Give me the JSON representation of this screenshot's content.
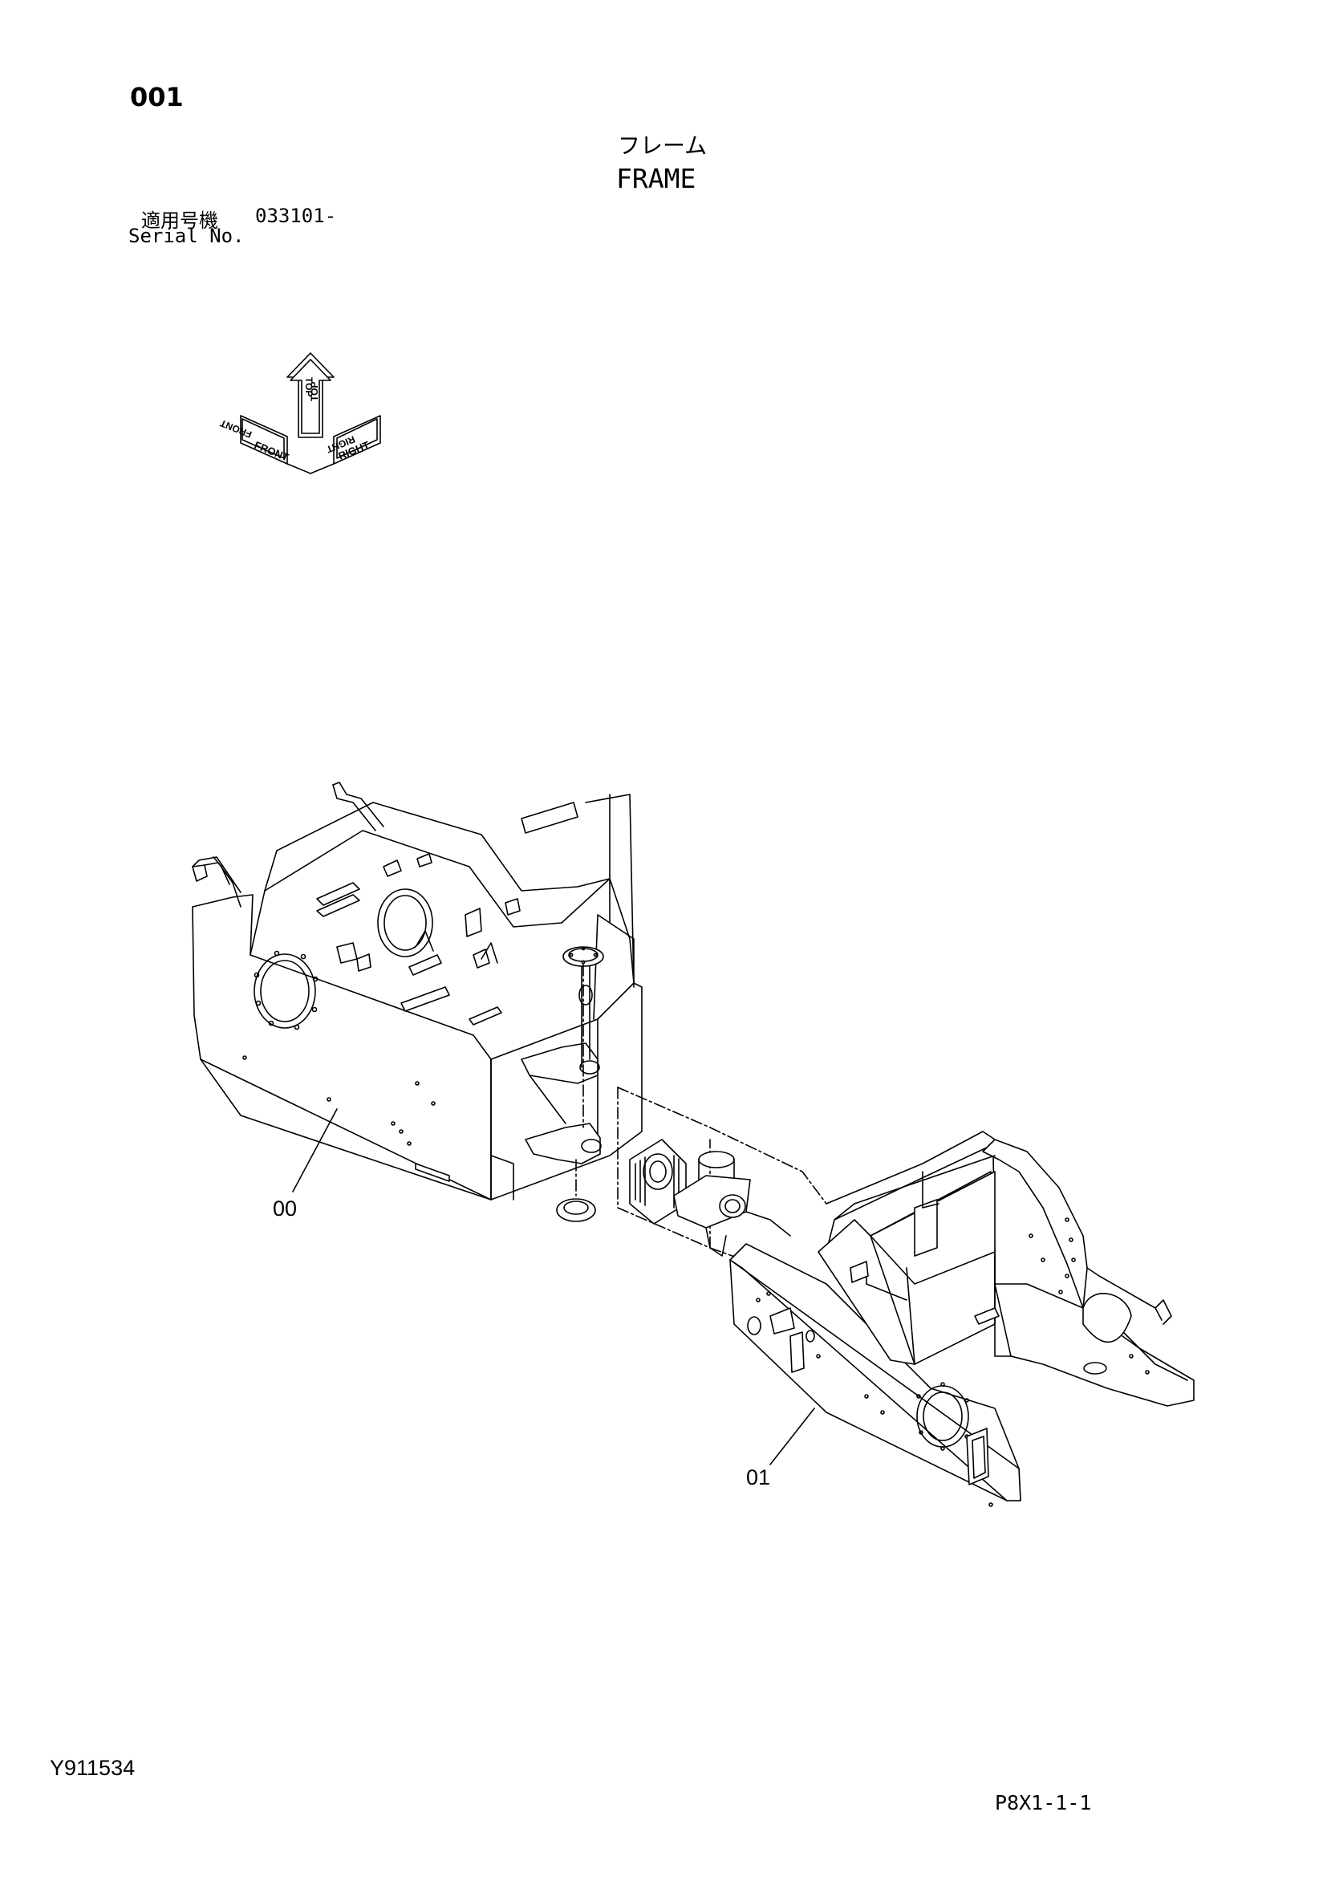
{
  "header": {
    "section_number": "001",
    "title_jp": "フレーム",
    "title_en": "FRAME",
    "serial_label_jp": "適用号機",
    "serial_value": "033101-",
    "serial_label_en": "Serial No."
  },
  "orientation_icon": {
    "labels": [
      "FRONT",
      "TOP",
      "RIGHT"
    ],
    "mirror_labels": [
      "FRONT",
      "TOP",
      "RIGHT"
    ]
  },
  "callouts": {
    "part_00": "00",
    "part_01": "01"
  },
  "footer": {
    "drawing_id": "Y911534",
    "page_ref": "P8X1-1-1"
  }
}
